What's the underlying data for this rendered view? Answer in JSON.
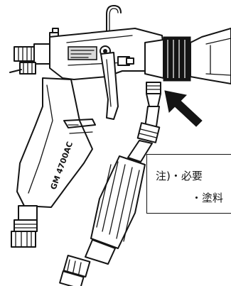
{
  "illustration": {
    "nameplate_text": "GM 4700AC"
  },
  "note": {
    "line1": "注)・必要",
    "line2": "・塗料"
  },
  "colors": {
    "ink": "#141414",
    "paper": "#ffffff",
    "shade": "#d9d9d9"
  }
}
